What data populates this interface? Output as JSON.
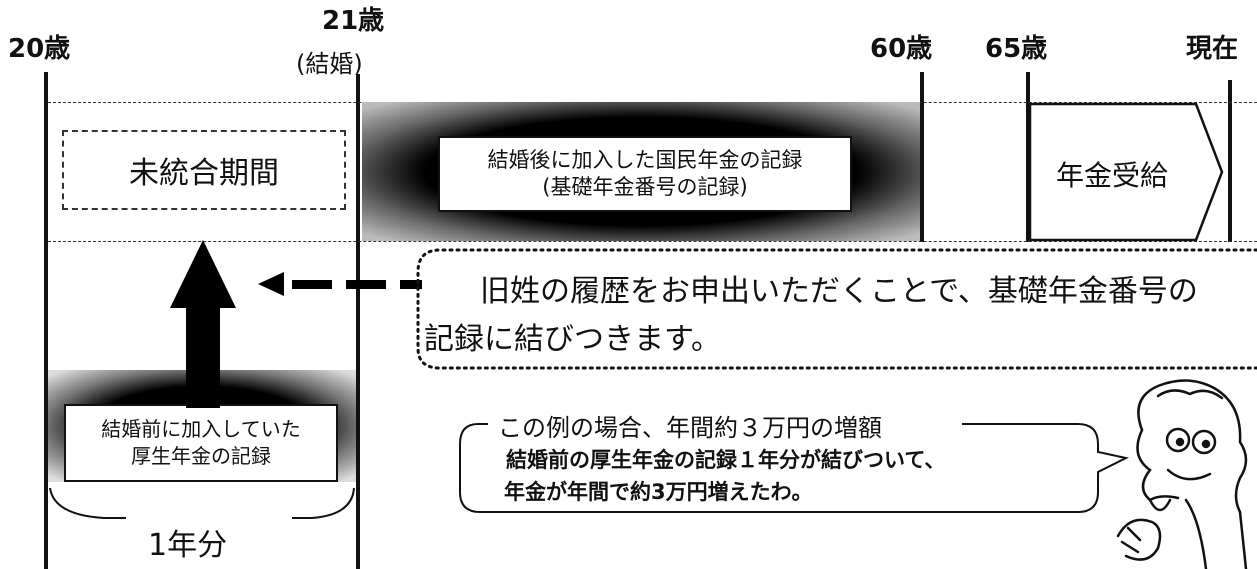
{
  "timeline": {
    "age_20": "20歳",
    "age_21": "21歳",
    "age_21_note": "(結婚)",
    "age_60": "60歳",
    "age_65": "65歳",
    "now": "現在"
  },
  "boxes": {
    "unintegrated": "未統合期間",
    "after_marriage_line1": "結婚後に加入した国民年金の記録",
    "after_marriage_line2": "(基礎年金番号の記録)",
    "receipt": "年金受給",
    "before_marriage_line1": "結婚前に加入していた",
    "before_marriage_line2": "厚生年金の記録",
    "one_year": "1年分"
  },
  "note": {
    "line1": "旧姓の履歴をお申出いただくことで、基礎年金番号の",
    "line2": "記録に結びつきます。"
  },
  "speech": {
    "heading": "この例の場合、年間約３万円の増額",
    "line1": "結婚前の厚生年金の記録１年分が結びついて、",
    "line2": "年金が年間で約3万円増えたわ。"
  }
}
